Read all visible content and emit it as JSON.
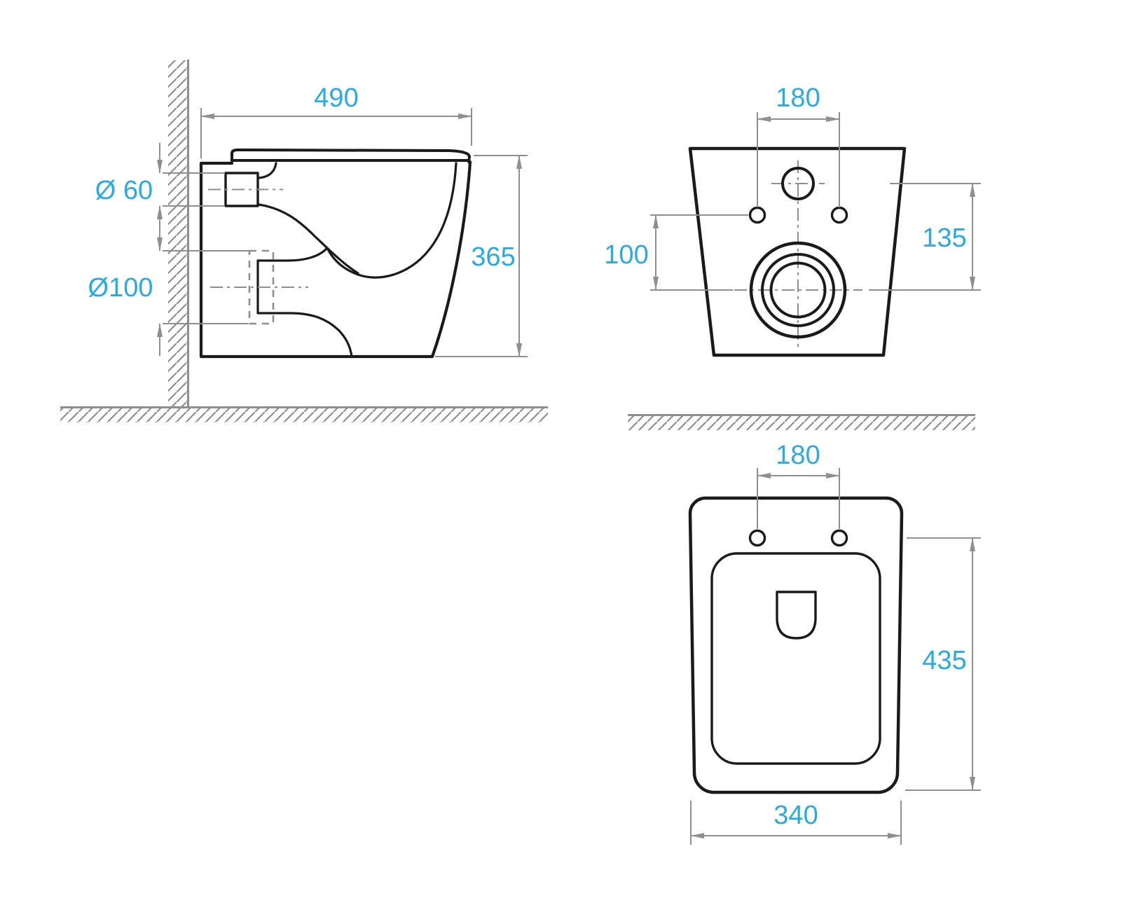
{
  "colors": {
    "drawing_line": "#1a1a1a",
    "dimension_line": "#8d8f92",
    "label_text": "#29abe2",
    "background": "#ffffff"
  },
  "side_view": {
    "width": "490",
    "inlet_diameter": "Ø 60",
    "outlet_diameter": "Ø100",
    "height": "365"
  },
  "rear_view": {
    "hole_spacing": "180",
    "holes_to_outlet": "100",
    "inlet_to_outlet": "135"
  },
  "top_view": {
    "hole_spacing": "180",
    "depth": "435",
    "width": "340"
  }
}
